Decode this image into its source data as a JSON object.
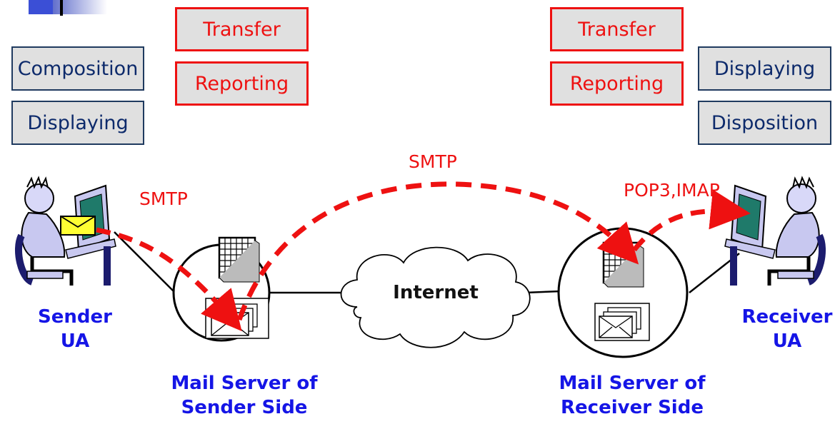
{
  "sender_functions": [
    "Composition",
    "Displaying"
  ],
  "sender_server_functions": [
    "Transfer",
    "Reporting"
  ],
  "receiver_server_functions": [
    "Transfer",
    "Reporting"
  ],
  "receiver_functions": [
    "Displaying",
    "Disposition"
  ],
  "protocols": {
    "sender_to_server": "SMTP",
    "server_to_server": "SMTP",
    "server_to_receiver": "POP3,IMAP"
  },
  "internet_label": "Internet",
  "sender_label": {
    "line1": "Sender",
    "line2": "UA"
  },
  "receiver_label": {
    "line1": "Receiver",
    "line2": "UA"
  },
  "sender_server_label": {
    "line1": "Mail Server of",
    "line2": "Sender Side"
  },
  "receiver_server_label": {
    "line1": "Mail Server of",
    "line2": "Receiver Side"
  },
  "colors": {
    "protocol_red": "#ee1111",
    "label_blue": "#1515e6",
    "box_border_blue": "#1f3a5f",
    "box_fill": "#e0e0e0"
  }
}
